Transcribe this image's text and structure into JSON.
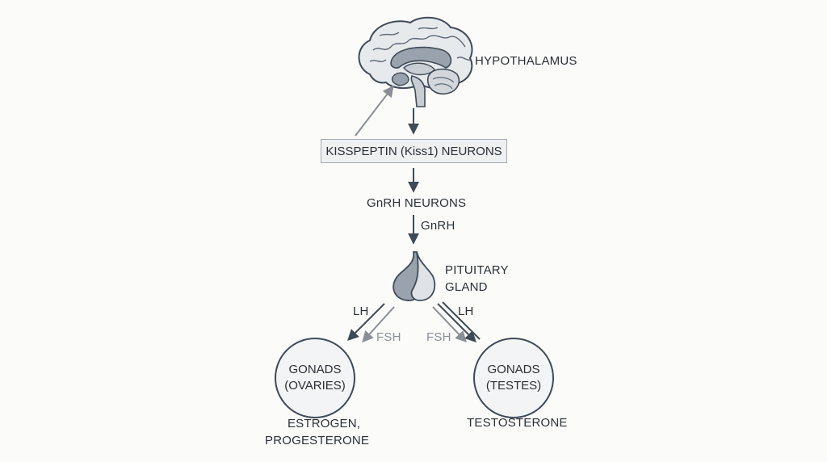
{
  "hypothalamus": {
    "label": "HYPOTHALAMUS",
    "icon": "brain-icon"
  },
  "kisspeptin_box": {
    "label": "KISSPEPTIN (Kiss1) NEURONS"
  },
  "gnrh_neurons": {
    "label": "GnRH NEURONS"
  },
  "gnrh_arrow_label": "GnRH",
  "pituitary": {
    "line1": "PITUITARY",
    "line2": "GLAND",
    "icon": "pituitary-gland-icon"
  },
  "left_branch": {
    "lh_label": "LH",
    "fsh_label": "FSH",
    "gonads_line1": "GONADS",
    "gonads_line2": "(OVARIES)",
    "hormones_line1": "ESTROGEN,",
    "hormones_line2": "PROGESTERONE"
  },
  "right_branch": {
    "lh_label": "LH",
    "fsh_label": "FSH",
    "gonads_line1": "GONADS",
    "gonads_line2": "(TESTES)",
    "hormones_line1": "TESTOSTERONE"
  },
  "colors": {
    "dark_arrow": "#3f4a57",
    "light_arrow": "#8a8f96",
    "background": "#fbfbf9"
  }
}
